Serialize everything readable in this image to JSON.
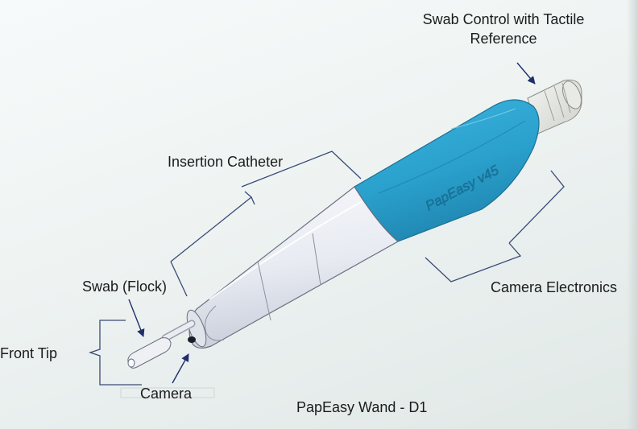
{
  "diagram": {
    "caption": "PapEasy Wand - D1",
    "brand_text": "PapEasy v45",
    "labels": {
      "swab_control_line1": "Swab Control with Tactile",
      "swab_control_line2": "Reference",
      "insertion_catheter": "Insertion Catheter",
      "swab_flock": "Swab (Flock)",
      "front_tip": "Front Tip",
      "camera": "Camera",
      "camera_electronics": "Camera Electronics"
    },
    "colors": {
      "handle_blue": "#2aa0cc",
      "shaft_white": "#eef0f5",
      "outline": "#6a6f80",
      "bracket_line": "#3a4a78",
      "arrow": "#1f2f6a"
    }
  }
}
